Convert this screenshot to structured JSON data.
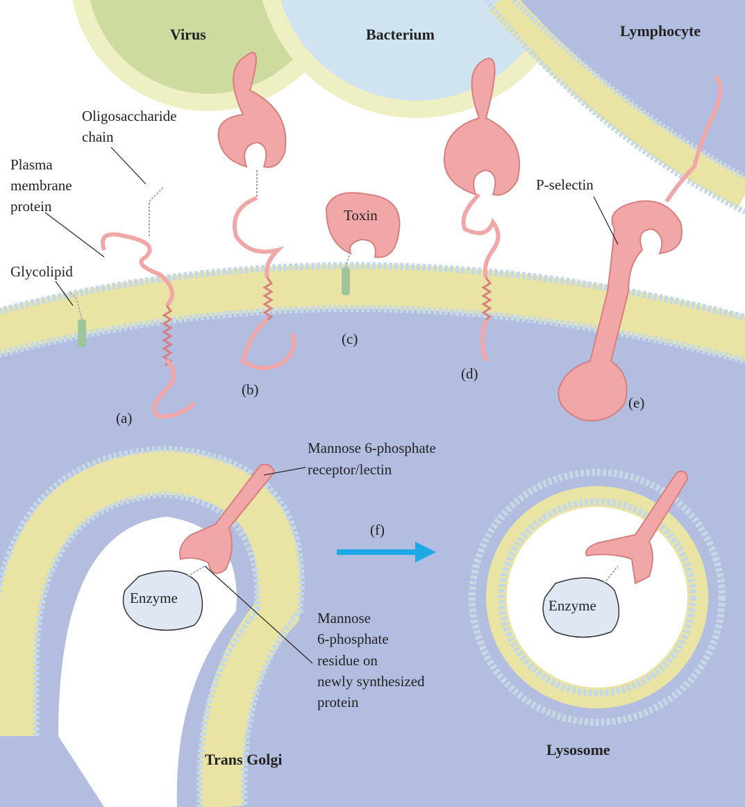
{
  "labels": {
    "virus": "Virus",
    "bacterium": "Bacterium",
    "lymphocyte": "Lymphocyte",
    "oligosaccharide_1": "Oligosaccharide",
    "oligosaccharide_2": "chain",
    "pm_protein_1": "Plasma",
    "pm_protein_2": "membrane",
    "pm_protein_3": "protein",
    "glycolipid": "Glycolipid",
    "toxin": "Toxin",
    "p_selectin": "P-selectin",
    "a": "(a)",
    "b": "(b)",
    "c": "(c)",
    "d": "(d)",
    "e": "(e)",
    "f": "(f)",
    "m6p_receptor_1": "Mannose 6-phosphate",
    "m6p_receptor_2": "receptor/lectin",
    "enzyme_left": "Enzyme",
    "enzyme_right": "Enzyme",
    "m6p_residue_1": "Mannose",
    "m6p_residue_2": "6-phosphate",
    "m6p_residue_3": "residue on",
    "m6p_residue_4": "newly synthesized",
    "m6p_residue_5": "protein",
    "trans_golgi": "Trans Golgi",
    "lysosome": "Lysosome"
  },
  "colors": {
    "cytoplasm": "#b3bde0",
    "membrane_core": "#e9e4a4",
    "lipid_head": "#c5d8e6",
    "virus": "#cddc9e",
    "bacterium": "#cfe3f1",
    "lymphocyte": "#b3bde0",
    "protein": "#f1a7a7",
    "protein_stroke": "#d77f7f",
    "enzyme": "#dfe6f4",
    "glycolipid": "#9fc59a",
    "arrow": "#1ea8e6"
  }
}
